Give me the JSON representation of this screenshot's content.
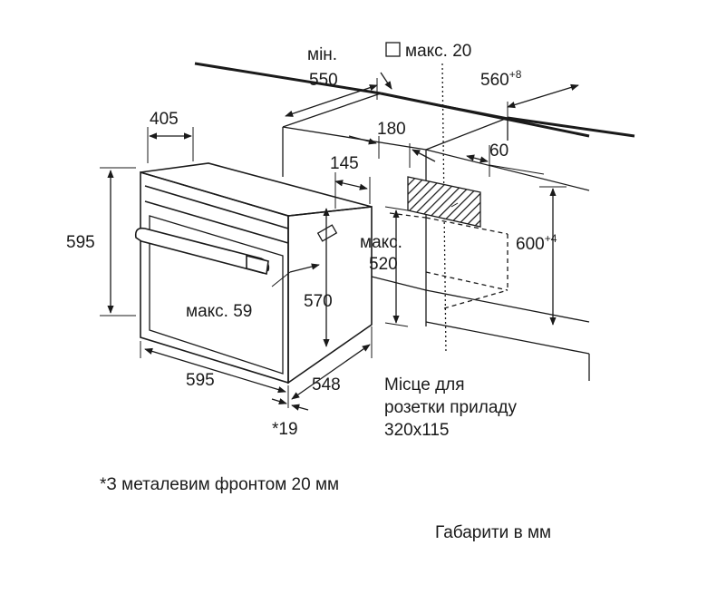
{
  "labels": {
    "min_label": "мін.",
    "min_value": "550",
    "max20_label": "макс. 20",
    "d560": "560",
    "d560_sup": "+8",
    "d405": "405",
    "d180": "180",
    "d145": "145",
    "d60": "60",
    "d595_height": "595",
    "max520_label": "макс.",
    "max520_value": "520",
    "d600": "600",
    "d600_sup": "+4",
    "max59": "макс. 59",
    "d570": "570",
    "d595_width": "595",
    "d548": "548",
    "star19": "*19",
    "socket_line1": "Місце для",
    "socket_line2": "розетки приладу",
    "socket_line3": "320x115"
  },
  "notes": {
    "metal_front": "*З металевим фронтом 20 мм",
    "units": "Габарити в мм"
  }
}
